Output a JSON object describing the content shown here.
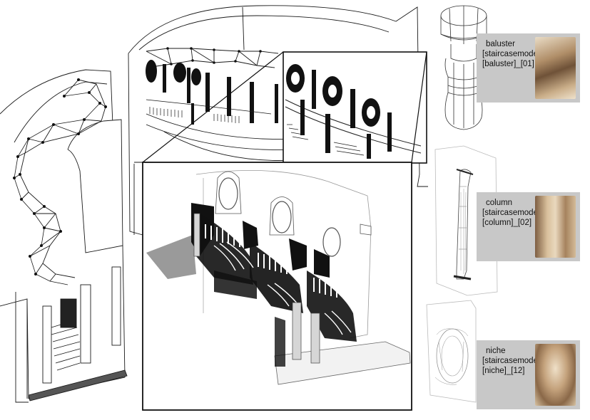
{
  "labels": {
    "baluster": {
      "name": "baluster",
      "id_line1": "[staircasemodel]_",
      "id_line2": "[baluster]_[01]"
    },
    "column": {
      "name": "column",
      "id_line1": "[staircasemodel]_",
      "id_line2": "[column]_[02]"
    },
    "niche": {
      "name": "niche",
      "id_line1": "[staircasemodel]_",
      "id_line2": "[niche]_[12]"
    }
  },
  "colors": {
    "line": "#1a1a1a",
    "card": "#c8c8c8",
    "stone": "#b89a7a",
    "dark": "#111111"
  }
}
